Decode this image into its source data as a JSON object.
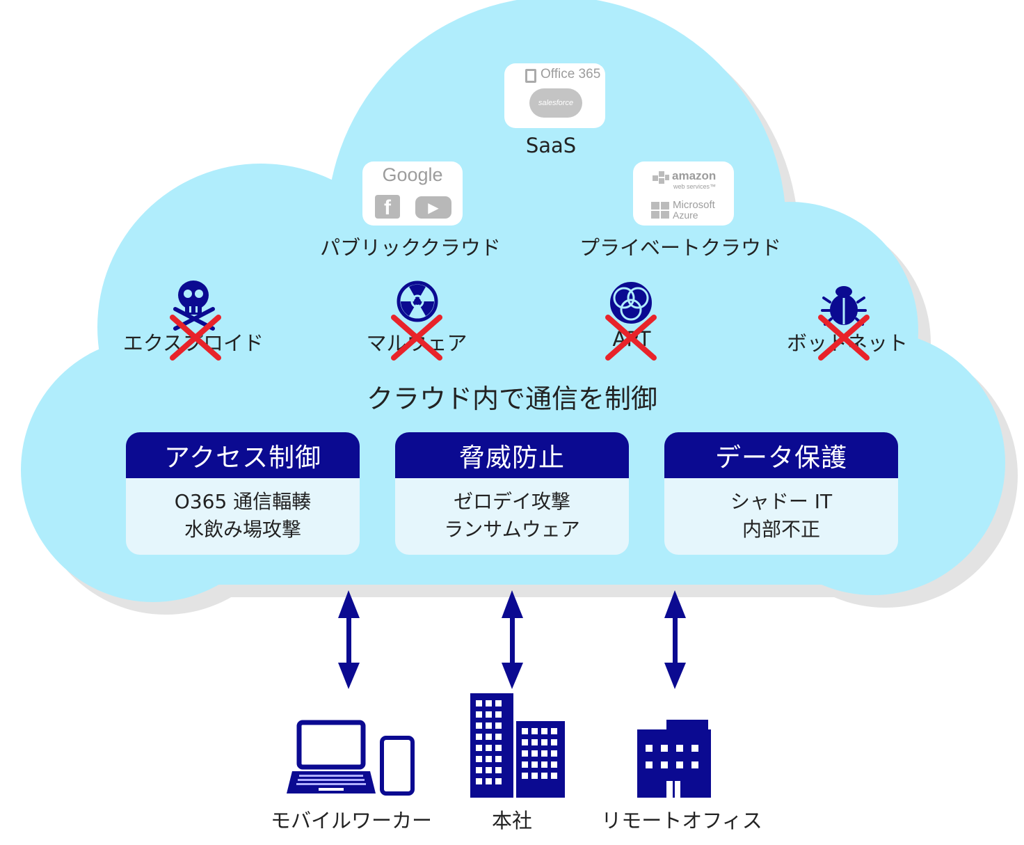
{
  "cloud": {
    "saas": {
      "label": "SaaS",
      "logos": [
        "Office 365",
        "salesforce"
      ]
    },
    "public_cloud": {
      "label": "パブリッククラウド",
      "logos": [
        "Google",
        "f",
        "▶"
      ]
    },
    "private_cloud": {
      "label": "プライベートクラウド",
      "logos": [
        "amazon",
        "web services™",
        "Microsoft",
        "Azure"
      ]
    },
    "threats": [
      {
        "label": "エクスプロイド",
        "icon": "skull-crossbones-icon"
      },
      {
        "label": "マルウェア",
        "icon": "radiation-icon"
      },
      {
        "label": "APT",
        "icon": "venn-circles-icon"
      },
      {
        "label": "ボットネット",
        "icon": "bug-icon"
      }
    ],
    "heading": "クラウド内で通信を制御",
    "panels": [
      {
        "title": "アクセス制御",
        "lines": [
          "O365 通信輻輳",
          "水飲み場攻撃"
        ]
      },
      {
        "title": "脅威防止",
        "lines": [
          "ゼロデイ攻撃",
          "ランサムウェア"
        ]
      },
      {
        "title": "データ保護",
        "lines": [
          "シャドー IT",
          "内部不正"
        ]
      }
    ]
  },
  "endpoints": [
    {
      "label": "モバイルワーカー",
      "icon": "laptop-phone-icon"
    },
    {
      "label": "本社",
      "icon": "headquarters-buildings-icon"
    },
    {
      "label": "リモートオフィス",
      "icon": "office-building-icon"
    }
  ],
  "colors": {
    "cloud": "#b0edfc",
    "cloud_shadow": "#e3e3e3",
    "navy": "#0b0a91",
    "cross": "#e8232a",
    "panel_body": "#e5f6fc"
  }
}
